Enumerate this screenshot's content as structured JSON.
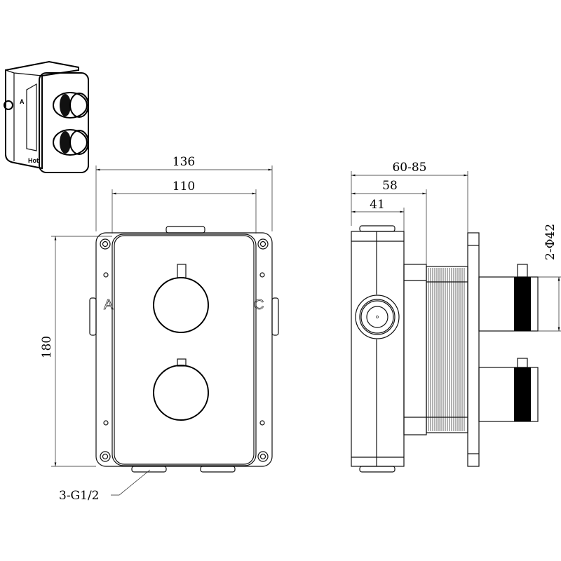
{
  "drawing": {
    "iso_view": {
      "label_a": "A",
      "label_hot": "Hot"
    },
    "front_view": {
      "dim_overall_width": "136",
      "dim_cover_width": "110",
      "dim_height": "180",
      "label_a": "A",
      "label_c": "C",
      "port_callout": "3-G1/2"
    },
    "side_view": {
      "dim_total_depth": "60-85",
      "dim_body_plus_collar": "58",
      "dim_body": "41",
      "dim_knob_diameter": "2-Φ42"
    }
  }
}
